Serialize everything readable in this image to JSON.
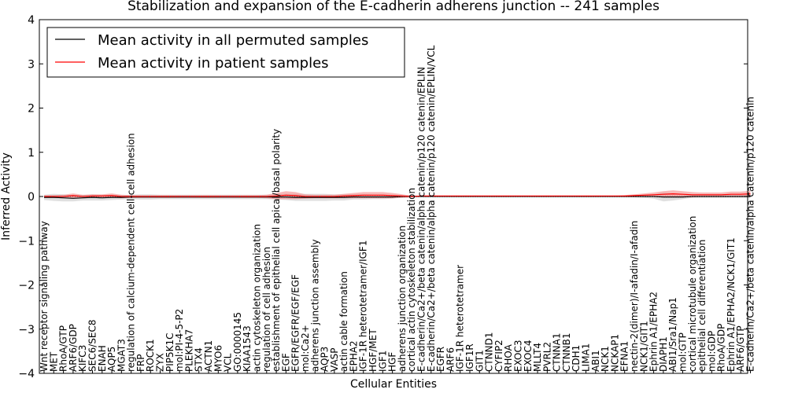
{
  "chart_data": {
    "type": "line",
    "title": "Stabilization and expansion of the E-cadherin adherens junction -- 241 samples",
    "xlabel": "Cellular Entities",
    "ylabel": "Inferred Activity",
    "ylim": [
      -4,
      4
    ],
    "yticks": [
      "−4",
      "−3",
      "−2",
      "−1",
      "0",
      "1",
      "2",
      "3",
      "4"
    ],
    "legend": {
      "placement": "top-left"
    },
    "categories": [
      "Wnt receptor signaling pathway",
      "MET",
      "RhoA/GTP",
      "ARF6/GDP",
      "KIFC3",
      "SEC6/SEC8",
      "ENAH",
      "AQP5",
      "MGAT3",
      "regulation of calcium-dependent cell-cell adhesion",
      "FRP",
      "ROCK1",
      "ZYX",
      "PIP5K1C",
      "mol:PI-4-5-P2",
      "PLEKHA7",
      "STX4",
      "ACTN1",
      "MYO6",
      "VCL",
      "GO:0000145",
      "KIAA1543",
      "actin cytoskeleton organization",
      "regulation of cell adhesion",
      "establishment of epithelial cell apical/basal polarity",
      "EGF",
      "EGFR/EGFR/EGF/EGF",
      "mol:Ca2+",
      "adherens junction assembly",
      "AQP3",
      "VASP",
      "actin cable formation",
      "EPHA2",
      "IGF-1R heterotetramer/IGF1",
      "HGF/MET",
      "IGF1",
      "HGF",
      "adherens junction organization",
      "cortical actin cytoskeleton stabilization",
      "E-cadherin/Ca2+/beta catenin/alpha catenin/p120 catenin/EPLIN",
      "E-cadherin/Ca2+/beta catenin/alpha catenin/p120 catenin/EPLIN/VCL",
      "EGFR",
      "ARF6",
      "IGF-1R heterotetramer",
      "IGF1R",
      "GIT1",
      "CTNND1",
      "CYFIP2",
      "RHOA",
      "EXOC3",
      "EXOC4",
      "MLLT4",
      "PVRL2",
      "CTNNA1",
      "CTNNB1",
      "CDH1",
      "LIMA1",
      "ABI1",
      "NCK1",
      "NCKAP1",
      "EFNA1",
      "nectin-2(dimer)/I-afadin/I-afadin",
      "NCK1/GIT1",
      "Ephrin A1/EPHA2",
      "DIAPH1",
      "ABI1/Sra1/Nap1",
      "mol:GTP",
      "cortical microtubule organization",
      "epithelial cell differentiation",
      "mol:GDP",
      "RhoA/GDP",
      "Ephrin A1/EPHA2/NCK1/GIT1",
      "ARF6/GTP",
      "E-cadherin/Ca2+/beta catenin/alpha catenin/p120 catenin"
    ],
    "series": [
      {
        "name": "Mean activity in all permuted samples",
        "color": "#000000",
        "band_color": "#cccccc",
        "values": [
          -0.02,
          -0.02,
          -0.03,
          -0.04,
          -0.03,
          -0.02,
          -0.03,
          -0.02,
          -0.02,
          -0.01,
          -0.01,
          -0.01,
          -0.01,
          -0.01,
          -0.01,
          -0.01,
          -0.01,
          -0.01,
          -0.01,
          -0.01,
          -0.01,
          -0.01,
          -0.01,
          -0.01,
          -0.01,
          -0.01,
          -0.02,
          -0.02,
          -0.02,
          -0.02,
          -0.02,
          -0.02,
          -0.01,
          -0.01,
          -0.01,
          -0.01,
          -0.01,
          0,
          0,
          0,
          0,
          0,
          0,
          0,
          0,
          0,
          0,
          0,
          0,
          0,
          0,
          0,
          0,
          0,
          0,
          0,
          0,
          0,
          0,
          0,
          0,
          0,
          0,
          0,
          -0.01,
          -0.01,
          -0.01,
          0,
          0,
          0,
          0,
          0,
          0,
          0
        ],
        "band": [
          0.06,
          0.08,
          0.08,
          0.07,
          0.06,
          0.07,
          0.06,
          0.06,
          0.05,
          0.05,
          0.06,
          0.06,
          0.05,
          0.05,
          0.05,
          0.05,
          0.05,
          0.05,
          0.05,
          0.05,
          0.05,
          0.05,
          0.05,
          0.05,
          0.06,
          0.07,
          0.08,
          0.08,
          0.08,
          0.08,
          0.07,
          0.07,
          0.06,
          0.06,
          0.05,
          0.05,
          0.04,
          0.03,
          0.02,
          0.01,
          0.01,
          0.01,
          0.01,
          0.01,
          0.01,
          0.01,
          0.01,
          0.01,
          0.01,
          0.01,
          0.01,
          0.01,
          0.01,
          0.01,
          0.01,
          0.01,
          0.01,
          0.01,
          0.01,
          0.01,
          0.01,
          0.02,
          0.03,
          0.05,
          0.1,
          0.08,
          0.05,
          0.03,
          0.03,
          0.03,
          0.03,
          0.03,
          0.03,
          0.03
        ]
      },
      {
        "name": "Mean activity in patient samples",
        "color": "#ff0000",
        "band_color": "#f08080",
        "values": [
          0,
          0,
          0,
          0.02,
          0,
          0.01,
          0.01,
          0.02,
          0,
          0,
          0,
          0,
          0,
          0,
          0,
          0,
          0,
          0,
          0,
          0,
          0,
          0,
          0,
          0,
          0.01,
          0.03,
          0.02,
          0,
          0,
          0,
          0,
          0.01,
          0.02,
          0.03,
          0.03,
          0.03,
          0.02,
          0.01,
          0,
          0.01,
          0.01,
          0.01,
          0.01,
          0.01,
          0.01,
          0.01,
          0.01,
          0.01,
          0.01,
          0.01,
          0.01,
          0.01,
          0.01,
          0.01,
          0.01,
          0.01,
          0.01,
          0.01,
          0.01,
          0.01,
          0.01,
          0.02,
          0.03,
          0.04,
          0.05,
          0.06,
          0.05,
          0.04,
          0.04,
          0.04,
          0.04,
          0.05,
          0.05,
          0.06
        ],
        "band": [
          0.03,
          0.03,
          0.04,
          0.05,
          0.04,
          0.04,
          0.04,
          0.05,
          0.04,
          0.03,
          0.03,
          0.03,
          0.03,
          0.03,
          0.03,
          0.03,
          0.03,
          0.03,
          0.03,
          0.03,
          0.03,
          0.03,
          0.03,
          0.04,
          0.07,
          0.09,
          0.08,
          0.05,
          0.04,
          0.04,
          0.04,
          0.05,
          0.06,
          0.07,
          0.07,
          0.07,
          0.06,
          0.04,
          0.02,
          0.01,
          0.01,
          0.01,
          0.01,
          0.01,
          0.01,
          0.01,
          0.01,
          0.01,
          0.01,
          0.01,
          0.01,
          0.01,
          0.01,
          0.01,
          0.01,
          0.01,
          0.01,
          0.01,
          0.01,
          0.01,
          0.02,
          0.03,
          0.04,
          0.05,
          0.07,
          0.08,
          0.07,
          0.06,
          0.05,
          0.05,
          0.05,
          0.06,
          0.06,
          0.07
        ]
      }
    ]
  }
}
